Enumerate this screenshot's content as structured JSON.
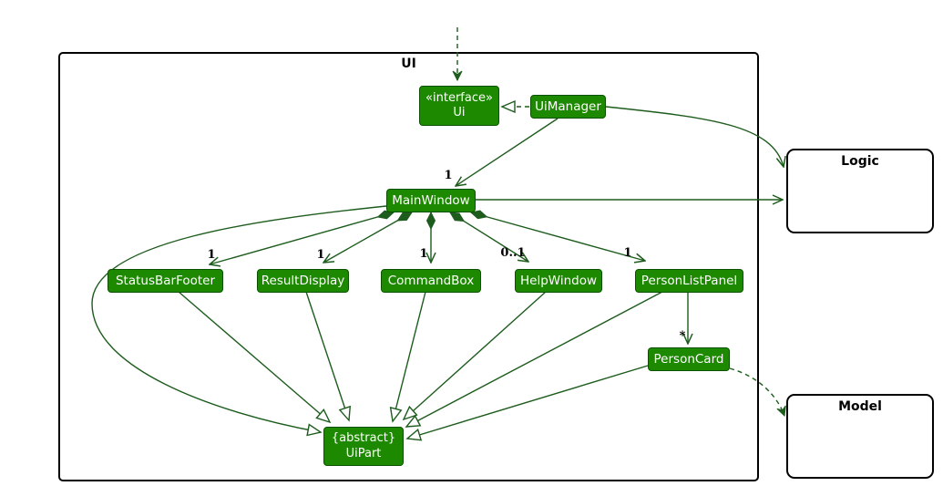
{
  "diagram": {
    "frame": {
      "label": "UI"
    },
    "classes": {
      "ui_interface": {
        "stereotype": "«interface»",
        "name": "Ui"
      },
      "ui_manager": {
        "name": "UiManager"
      },
      "main_window": {
        "name": "MainWindow"
      },
      "status_bar_footer": {
        "name": "StatusBarFooter"
      },
      "result_display": {
        "name": "ResultDisplay"
      },
      "command_box": {
        "name": "CommandBox"
      },
      "help_window": {
        "name": "HelpWindow"
      },
      "person_list_panel": {
        "name": "PersonListPanel"
      },
      "person_card": {
        "name": "PersonCard"
      },
      "ui_part": {
        "modifier": "{abstract}",
        "name": "UiPart"
      }
    },
    "external": {
      "logic": {
        "label": "Logic"
      },
      "model": {
        "label": "Model"
      }
    },
    "multiplicities": {
      "uimanager_mainwindow": "1",
      "mainwindow_statusbarfooter": "1",
      "mainwindow_resultdisplay": "1",
      "mainwindow_commandbox": "1",
      "mainwindow_helpwindow": "0..1",
      "mainwindow_personlistpanel": "1",
      "personlistpanel_personcard": "*"
    },
    "colors": {
      "class_fill": "#1D8900",
      "class_border": "#0B5200",
      "class_text": "#FFFFFF",
      "edge": "#1D5C1D",
      "frame_border": "#000000"
    }
  }
}
